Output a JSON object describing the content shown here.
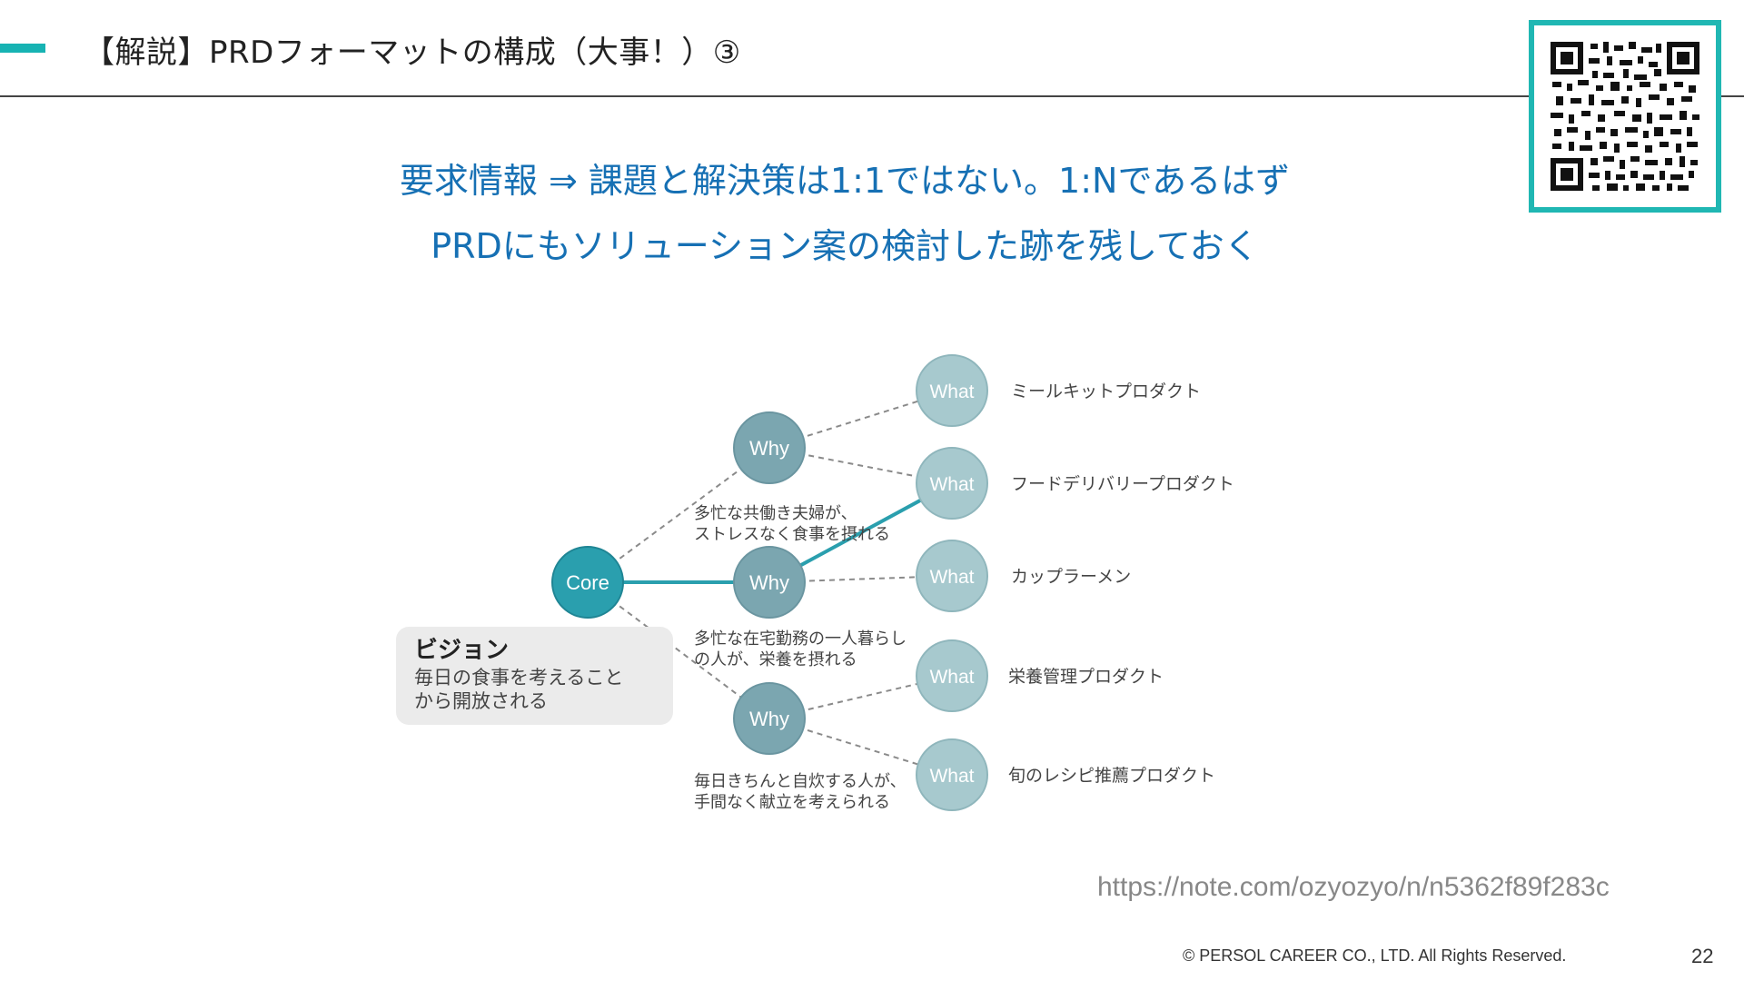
{
  "slide": {
    "title": "【解説】PRDフォーマットの構成（大事！）③",
    "headline_line1": "要求情報 ⇒ 課題と解決策は1:1ではない。1:Nであるはず",
    "headline_line2": "PRDにもソリューション案の検討した跡を残しておく",
    "source_url": "https://note.com/ozyozyo/n/n5362f89f283c",
    "copyright": "© PERSOL CAREER CO., LTD. All Rights Reserved.",
    "page_number": "22"
  },
  "colors": {
    "accent": "#17b3b3",
    "headline": "#1670b4",
    "core_node": "#2a9fae",
    "why_node": "#7ba6b0",
    "what_node": "#a7c9ce",
    "highlight_edge": "#2a9fae"
  },
  "diagram": {
    "core_label": "Core",
    "vision": {
      "title": "ビジョン",
      "line1": "毎日の食事を考えること",
      "line2": "から開放される"
    },
    "why_nodes": [
      {
        "label": "Why",
        "caption_line1": "多忙な共働き夫婦が、",
        "caption_line2": "ストレスなく食事を摂れる"
      },
      {
        "label": "Why",
        "caption_line1": "多忙な在宅勤務の一人暮らし",
        "caption_line2": "の人が、栄養を摂れる"
      },
      {
        "label": "Why",
        "caption_line1": "毎日きちんと自炊する人が、",
        "caption_line2": "手間なく献立を考えられる"
      }
    ],
    "what_nodes": [
      {
        "label": "What",
        "name": "ミールキットプロダクト"
      },
      {
        "label": "What",
        "name": "フードデリバリープロダクト"
      },
      {
        "label": "What",
        "name": "カップラーメン"
      },
      {
        "label": "What",
        "name": "栄養管理プロダクト"
      },
      {
        "label": "What",
        "name": "旬のレシピ推薦プロダクト"
      }
    ]
  },
  "icons": {
    "qr": "qr-code-icon"
  }
}
